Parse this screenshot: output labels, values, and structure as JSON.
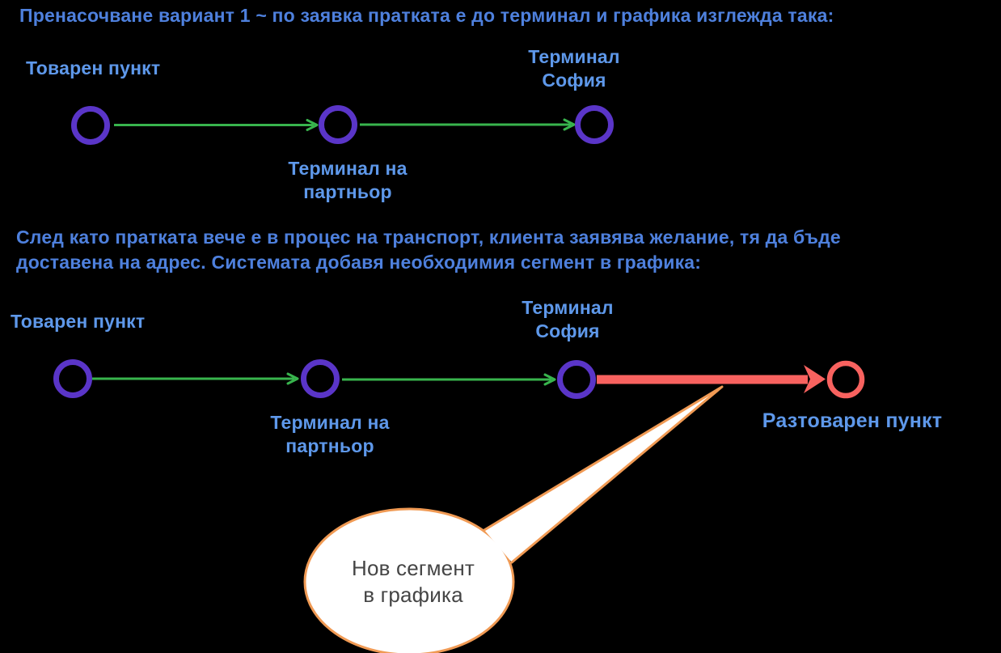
{
  "colors": {
    "background": "#000000",
    "heading_blue": "#4e80dd",
    "label_blue": "#5e98ea",
    "node_purple": "#5a35c8",
    "route_green": "#38b44d",
    "new_segment_red": "#f8625f",
    "callout_orange": "#f09a54",
    "callout_fill": "#ffffff",
    "callout_text_gray": "#454545"
  },
  "intro": {
    "title": "Пренасочване вариант 1 ~ по заявка пратката е до терминал и графика изглежда така:"
  },
  "diagram1": {
    "loading_point": "Товарен пункт",
    "partner_terminal": {
      "line1": "Терминал на",
      "line2": "партньор"
    },
    "sofia_terminal": {
      "line1": "Терминал",
      "line2": "София"
    }
  },
  "paragraph": {
    "line1": "След като пратката вече е в процес на транспорт, клиента заявява желание, тя да бъде",
    "line2": "доставена на адрес. Системата добавя необходимия сегмент в графика:"
  },
  "diagram2": {
    "loading_point": "Товарен пункт",
    "partner_terminal": {
      "line1": "Терминал на",
      "line2": "партньор"
    },
    "sofia_terminal": {
      "line1": "Терминал",
      "line2": "София"
    },
    "unloading_point": "Разтоварен пункт",
    "callout": {
      "line1": "Нов сегмент",
      "line2": "в графика"
    }
  }
}
